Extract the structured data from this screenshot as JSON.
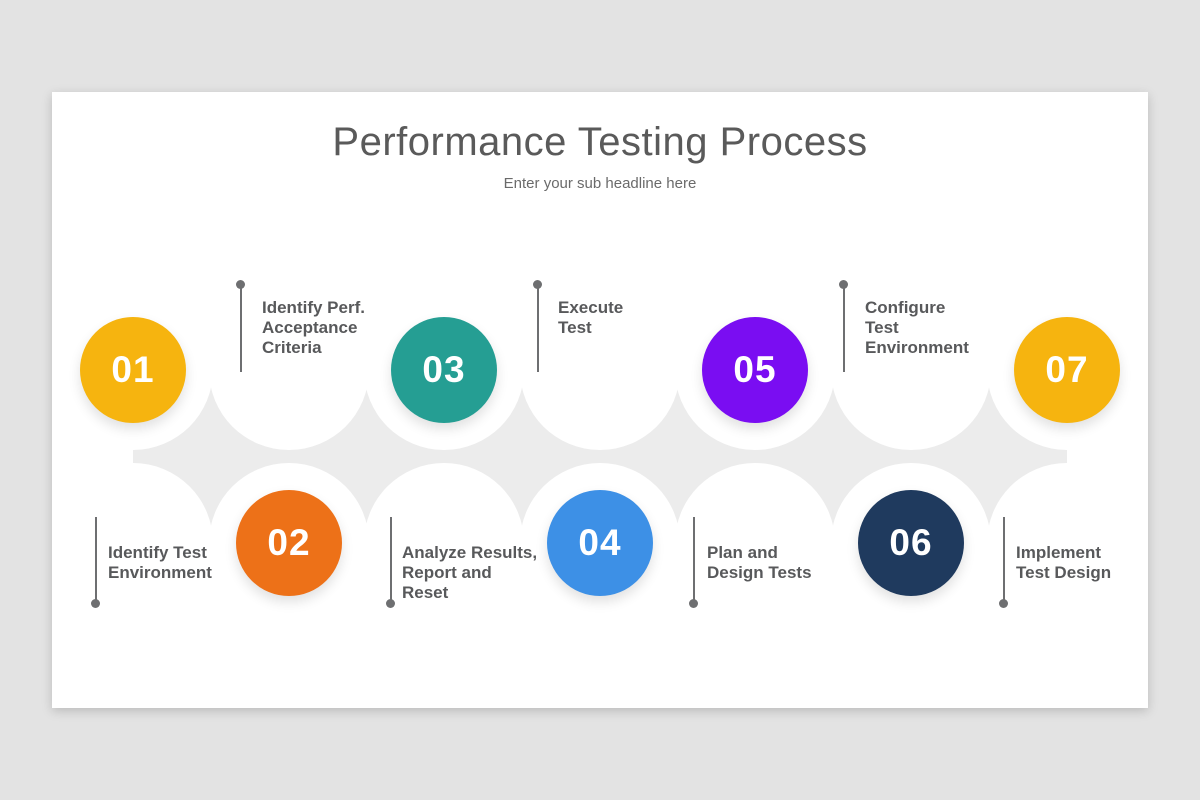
{
  "title": "Performance Testing Process",
  "subtitle": "Enter your sub headline here",
  "steps": [
    {
      "number": "01",
      "color": "#F6B40F",
      "label": "Identify Test Environment",
      "label_lines": [
        "Identify Test",
        "Environment"
      ]
    },
    {
      "number": "02",
      "color": "#ED7118",
      "label": "Identify Perf. Acceptance Criteria",
      "label_lines": [
        "Identify Perf.",
        "Acceptance",
        "Criteria"
      ]
    },
    {
      "number": "03",
      "color": "#259E93",
      "label": "Analyze Results, Report and Reset",
      "label_lines": [
        "Analyze Results,",
        "Report and",
        "Reset"
      ]
    },
    {
      "number": "04",
      "color": "#3D90E6",
      "label": "Execute Test",
      "label_lines": [
        "Execute",
        "Test"
      ]
    },
    {
      "number": "05",
      "color": "#7A0DF2",
      "label": "Plan and Design Tests",
      "label_lines": [
        "Plan and",
        "Design Tests"
      ]
    },
    {
      "number": "06",
      "color": "#1F3A5E",
      "label": "Configure Test Environment",
      "label_lines": [
        "Configure",
        "Test",
        "Environment"
      ]
    },
    {
      "number": "07",
      "color": "#F6B40F",
      "label": "Implement Test Design",
      "label_lines": [
        "Implement",
        "Test Design"
      ]
    }
  ],
  "decor": {
    "chain_color": "#ECECEC",
    "connector_color": "#6E6F71",
    "label_text_color": "#58595B"
  }
}
